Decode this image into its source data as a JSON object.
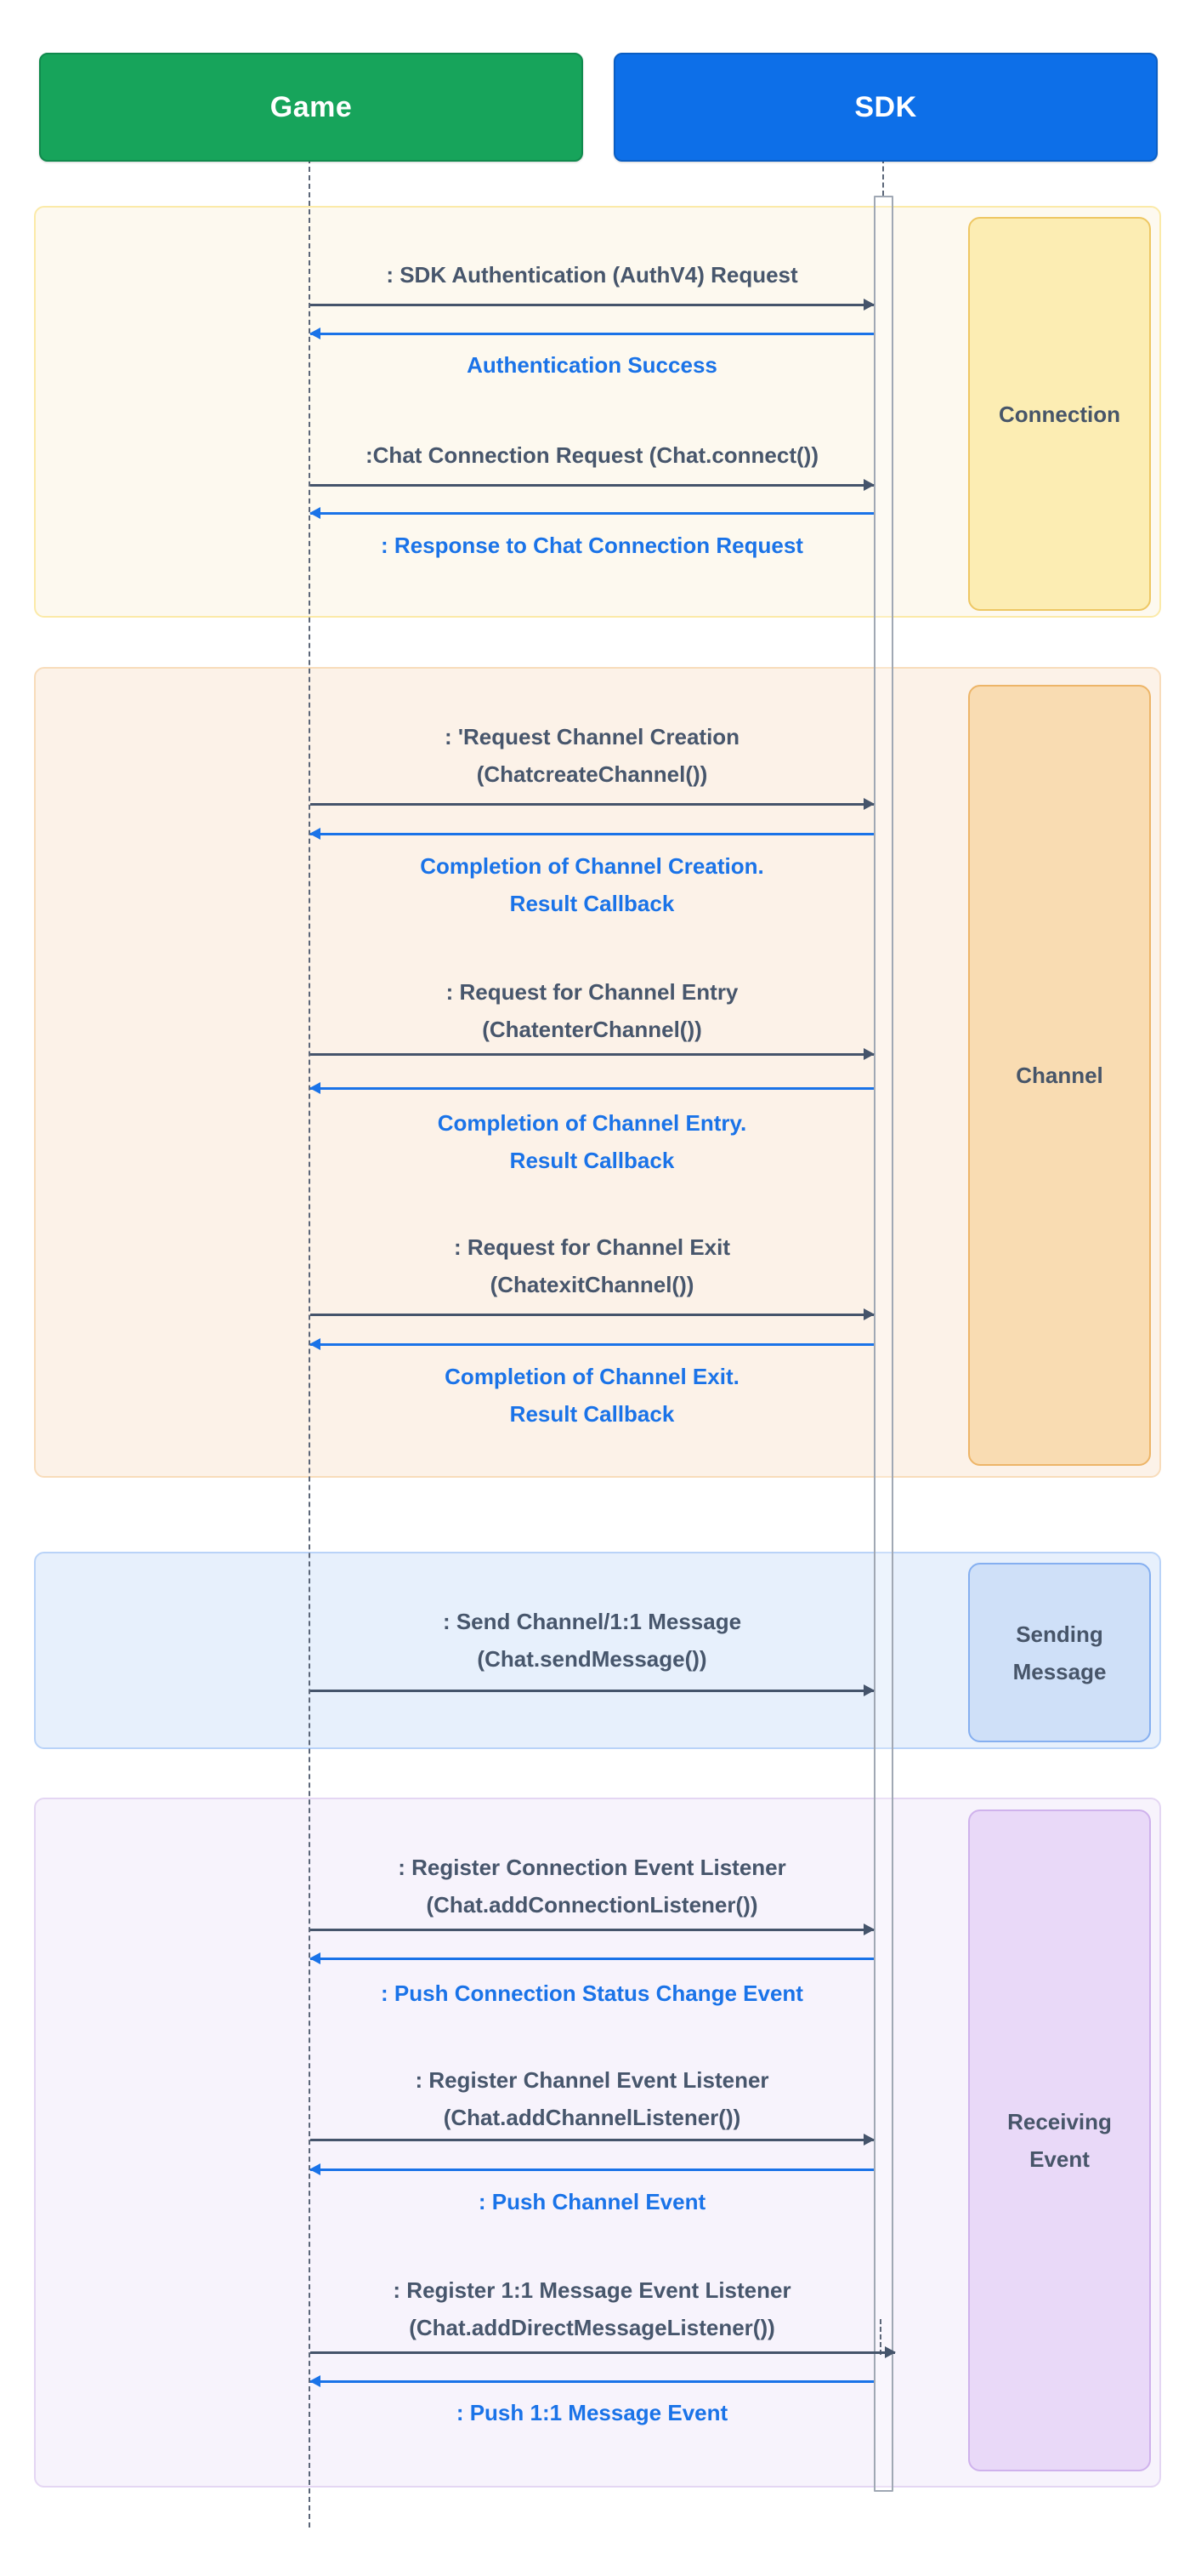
{
  "actors": [
    {
      "label": "Game"
    },
    {
      "label": "SDK"
    }
  ],
  "colors": {
    "game_actor_green": "#17a45b",
    "sdk_actor_blue": "#0d6fe8",
    "request_arrow_dark": "#45546b",
    "response_arrow_blue": "#1a73e8",
    "message_text_dark": "#47566c",
    "message_text_blue": "#1a73e8",
    "connection_section_fill": "#fdf9ef",
    "connection_label_fill": "#fcedb3",
    "channel_section_fill": "#fcf2e8",
    "channel_label_fill": "#f9dcb2",
    "sending_section_fill": "#e7f0fc",
    "sending_label_fill": "#cfe0f8",
    "receiving_section_fill": "#f7f3fc",
    "receiving_label_fill": "#e9d9f8"
  },
  "sections": [
    {
      "label_lines": [
        "Connection"
      ],
      "messages": [
        {
          "direction": "request",
          "lines": [
            ": SDK Authentication (AuthV4) Request"
          ]
        },
        {
          "direction": "response",
          "lines": [
            "Authentication Success"
          ]
        },
        {
          "direction": "request",
          "lines": [
            ":Chat Connection Request (Chat.connect())"
          ]
        },
        {
          "direction": "response",
          "lines": [
            ": Response to Chat Connection Request"
          ]
        }
      ]
    },
    {
      "label_lines": [
        "Channel"
      ],
      "messages": [
        {
          "direction": "request",
          "lines": [
            ": 'Request Channel Creation",
            "(ChatcreateChannel())"
          ]
        },
        {
          "direction": "response",
          "lines": [
            "Completion of Channel Creation.",
            "Result Callback"
          ]
        },
        {
          "direction": "request",
          "lines": [
            ": Request for Channel Entry",
            "(ChatenterChannel())"
          ]
        },
        {
          "direction": "response",
          "lines": [
            "Completion of Channel Entry.",
            "Result Callback"
          ]
        },
        {
          "direction": "request",
          "lines": [
            ": Request for Channel Exit",
            "(ChatexitChannel())"
          ]
        },
        {
          "direction": "response",
          "lines": [
            "Completion of Channel Exit.",
            "Result Callback"
          ]
        }
      ]
    },
    {
      "label_lines": [
        "Sending",
        "Message"
      ],
      "messages": [
        {
          "direction": "request",
          "lines": [
            ": Send Channel/1:1 Message",
            "(Chat.sendMessage())"
          ]
        }
      ]
    },
    {
      "label_lines": [
        "Receiving",
        "Event"
      ],
      "messages": [
        {
          "direction": "request",
          "lines": [
            ": Register Connection Event Listener",
            "(Chat.addConnectionListener())"
          ]
        },
        {
          "direction": "response",
          "lines": [
            ": Push Connection Status Change Event"
          ]
        },
        {
          "direction": "request",
          "lines": [
            ": Register Channel Event Listener",
            "(Chat.addChannelListener())"
          ]
        },
        {
          "direction": "response",
          "lines": [
            ": Push Channel Event"
          ]
        },
        {
          "direction": "request",
          "lines": [
            ": Register 1:1 Message Event Listener",
            "(Chat.addDirectMessageListener())"
          ]
        },
        {
          "direction": "response",
          "lines": [
            ": Push 1:1 Message Event"
          ]
        }
      ]
    }
  ]
}
